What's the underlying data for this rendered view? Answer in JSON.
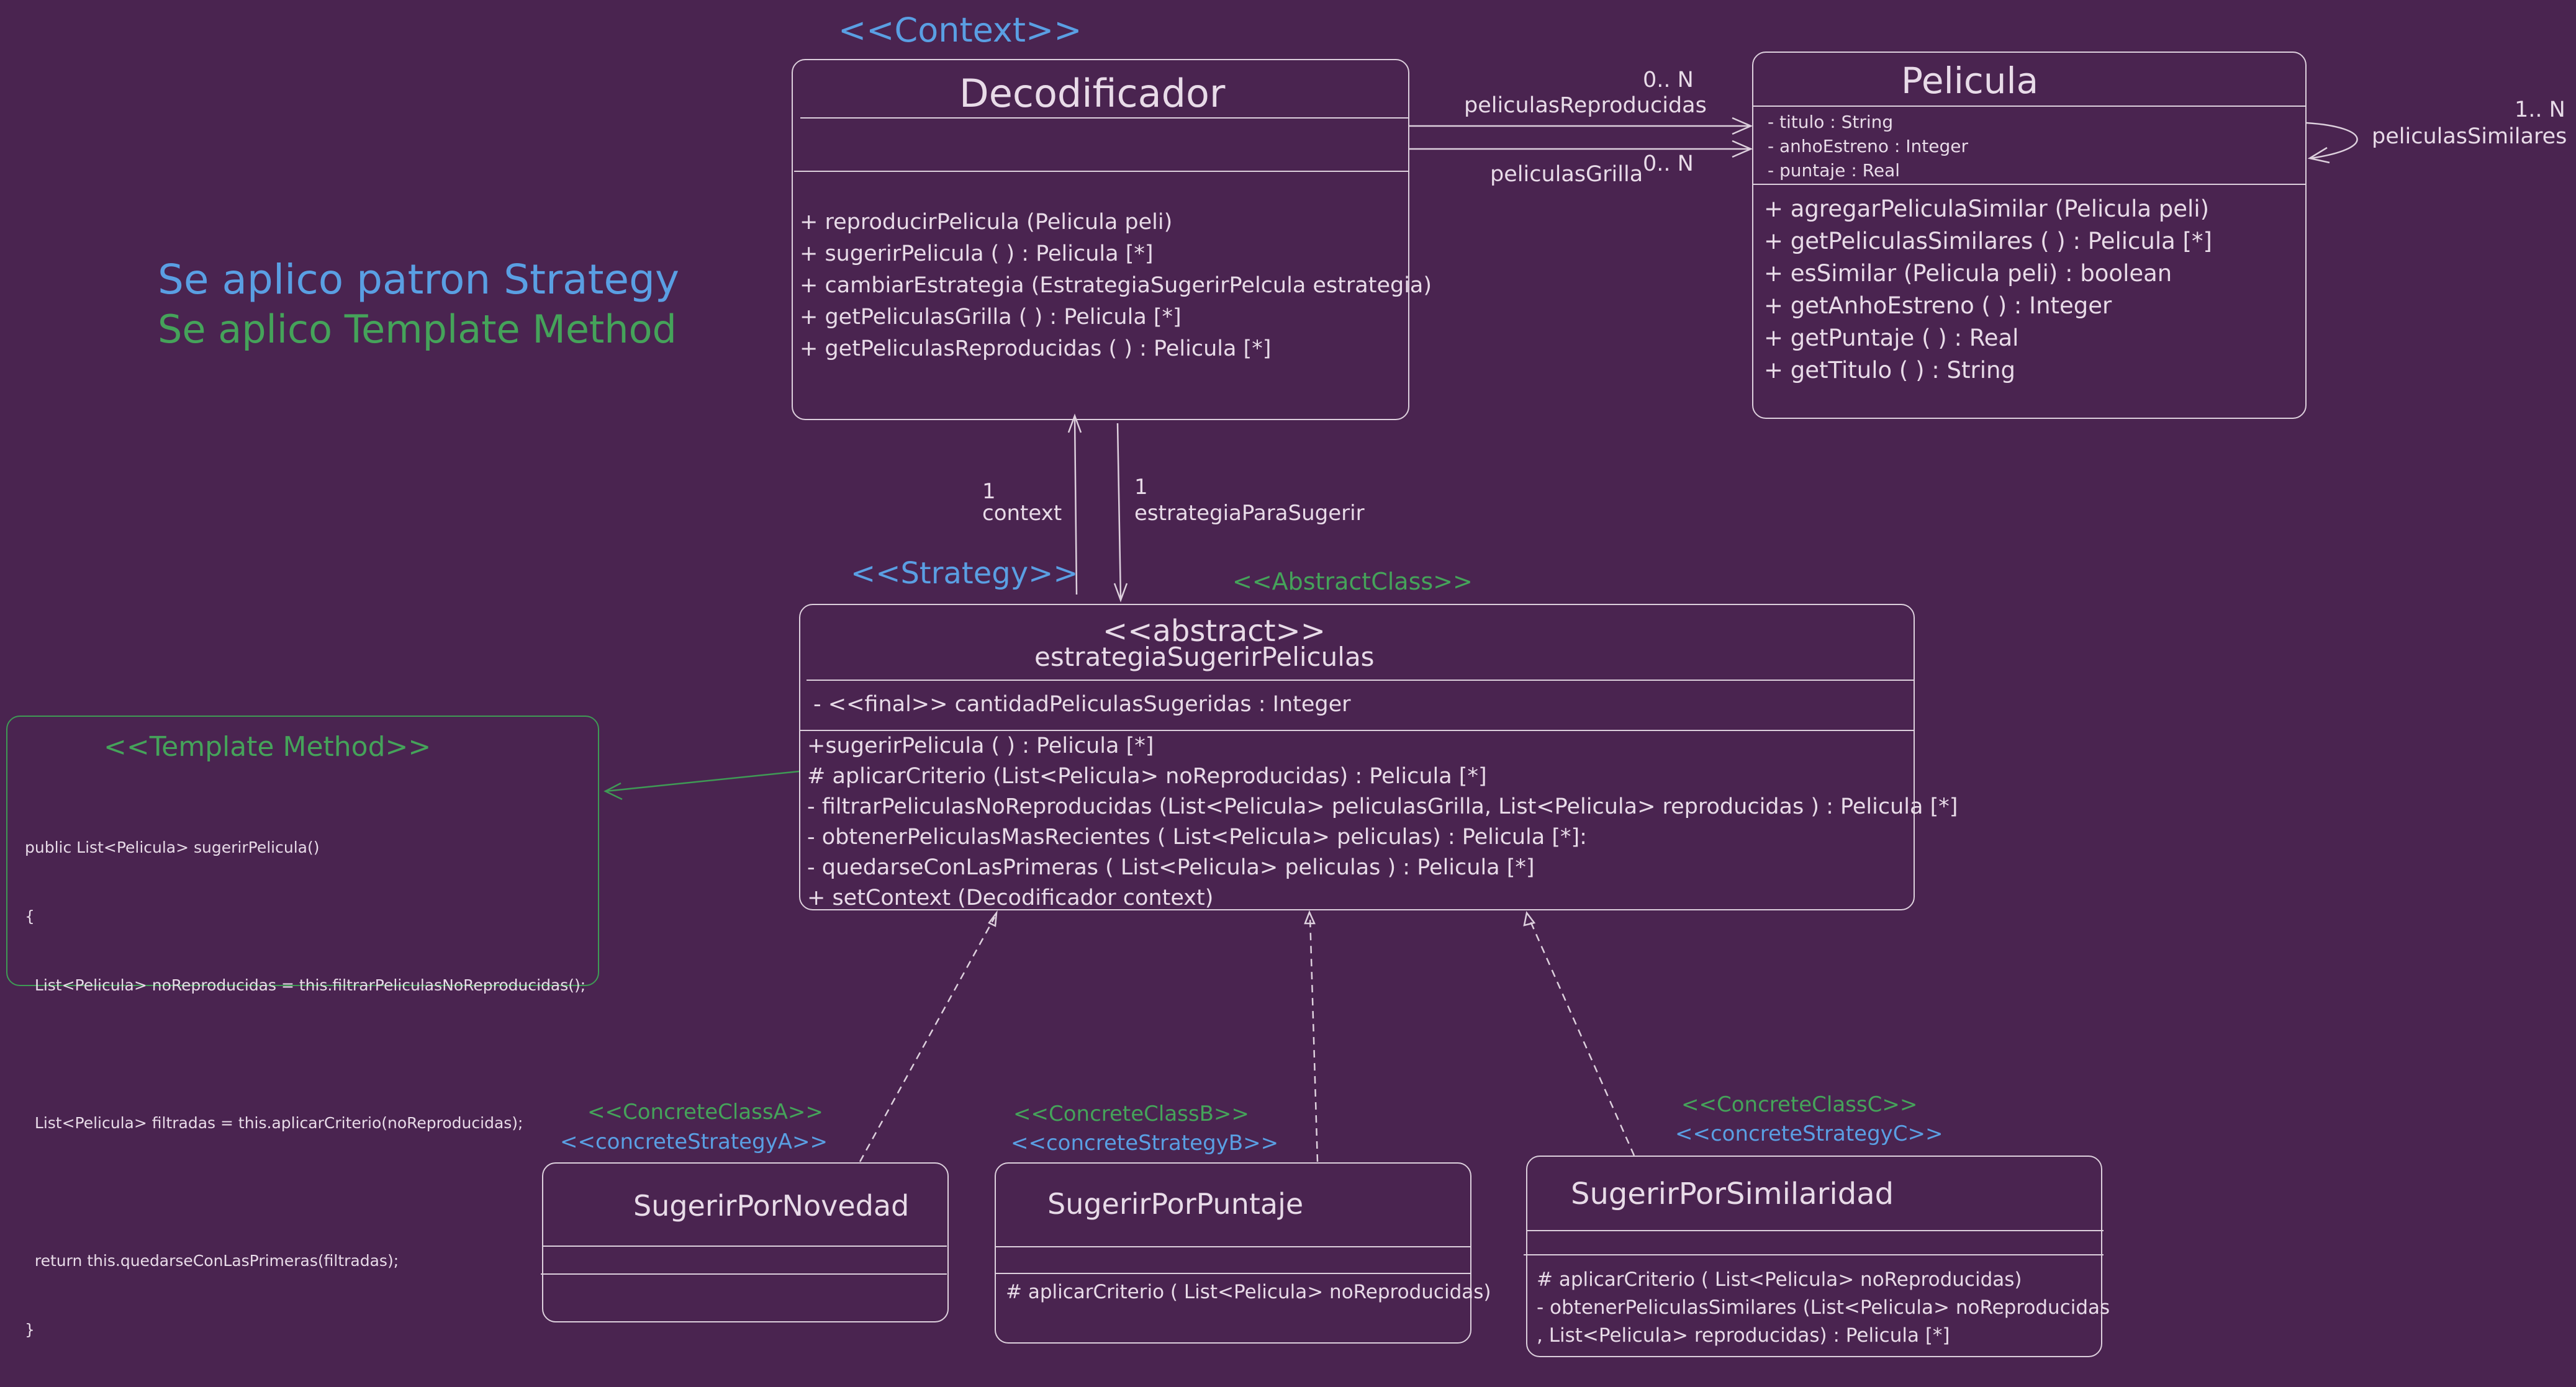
{
  "colors": {
    "background": "#4a2450",
    "line": "#ddd0dd",
    "stereotype_blue": "#5a9fe3",
    "stereotype_green": "#45a35a"
  },
  "notes": {
    "strategy": "Se aplico patron Strategy",
    "template": "Se aplico Template Method"
  },
  "context_stereotype": "<<Context>>",
  "decodificador": {
    "name": "Decodificador",
    "methods": [
      "+ reproducirPelicula (Pelicula peli)",
      "+ sugerirPelicula ( ) : Pelicula [*]",
      "+ cambiarEstrategia (EstrategiaSugerirPelcula estrategia)",
      "+ getPeliculasGrilla ( ) : Pelicula [*]",
      "+ getPeliculasReproducidas ( ) : Pelicula [*]"
    ]
  },
  "pelicula": {
    "name": "Pelicula",
    "attributes": [
      "- titulo : String",
      "- anhoEstreno : Integer",
      "- puntaje : Real"
    ],
    "methods": [
      "+ agregarPeliculaSimilar (Pelicula peli)",
      "+ getPeliculasSimilares ( ) : Pelicula [*]",
      "+ esSimilar (Pelicula peli) : boolean",
      "+ getAnhoEstreno ( ) : Integer",
      "+ getPuntaje ( ) : Real",
      "+ getTitulo ( ) : String"
    ]
  },
  "associations": {
    "reproducidas_mult": "0.. N",
    "reproducidas_role": "peliculasReproducidas",
    "grilla_mult": "0.. N",
    "grilla_role": "peliculasGrilla",
    "similares_mult": "1.. N",
    "similares_role": "peliculasSimilares",
    "context_mult": "1",
    "context_role": "context",
    "strategy_mult": "1",
    "strategy_role": "estrategiaParaSugerir"
  },
  "strategy_stereotype": "<<Strategy>>",
  "abstractclass_stereotype": "<<AbstractClass>>",
  "estrategia": {
    "stereotype": "<<abstract>>",
    "name": "estrategiaSugerirPeliculas",
    "attribute": "- <<final>> cantidadPeliculasSugeridas : Integer",
    "methods": [
      "+sugerirPelicula ( ) : Pelicula [*]",
      "# aplicarCriterio (List<Pelicula> noReproducidas) : Pelicula [*]",
      "- filtrarPeliculasNoReproducidas (List<Pelicula> peliculasGrilla, List<Pelicula> reproducidas ) : Pelicula [*]",
      "- obtenerPeliculasMasRecientes ( List<Pelicula> peliculas) : Pelicula [*]:",
      "- quedarseConLasPrimeras ( List<Pelicula> peliculas ) : Pelicula [*]",
      "+ setContext (Decodificador context)"
    ]
  },
  "template_note": {
    "title": "<<Template Method>>",
    "lines": [
      "public List<Pelicula> sugerirPelicula()",
      "{",
      "  List<Pelicula> noReproducidas = this.filtrarPeliculasNoReproducidas();",
      "",
      "  List<Pelicula> filtradas = this.aplicarCriterio(noReproducidas);",
      "",
      "  return this.quedarseConLasPrimeras(filtradas);",
      "}"
    ]
  },
  "concrete_a": {
    "green": "<<ConcreteClassA>>",
    "blue": "<<concreteStrategyA>>",
    "name": "SugerirPorNovedad"
  },
  "concrete_b": {
    "green": "<<ConcreteClassB>>",
    "blue": "<<concreteStrategyB>>",
    "name": "SugerirPorPuntaje",
    "methods": [
      "# aplicarCriterio ( List<Pelicula> noReproducidas)"
    ]
  },
  "concrete_c": {
    "green": "<<ConcreteClassC>>",
    "blue": "<<concreteStrategyC>>",
    "name": "SugerirPorSimilaridad",
    "methods": [
      "# aplicarCriterio ( List<Pelicula> noReproducidas)",
      "- obtenerPeliculasSimilares (List<Pelicula> noReproducidas",
      ", List<Pelicula> reproducidas) : Pelicula [*]"
    ]
  }
}
